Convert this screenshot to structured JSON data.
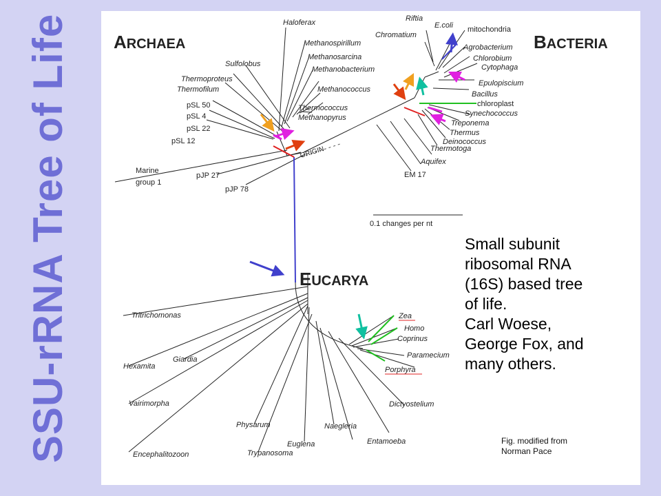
{
  "side_title": "SSU-rRNA Tree of Life",
  "domains": {
    "archaea": {
      "first": "A",
      "rest": "RCHAEA"
    },
    "bacteria": {
      "first": "B",
      "rest": "ACTERIA"
    },
    "eucarya": {
      "first": "E",
      "rest": "UCARYA"
    }
  },
  "archaea_taxa": [
    "Haloferax",
    "Methanospirillum",
    "Methanosarcina",
    "Methanobacterium",
    "Methanococcus",
    "Thermococcus",
    "Methanopyrus",
    "Sulfolobus",
    "Thermoproteus",
    "Thermofilum",
    "pSL 50",
    "pSL 4",
    "pSL 22",
    "pSL 12",
    "Marine",
    "group 1",
    "pJP 27",
    "pJP 78"
  ],
  "bacteria_taxa": [
    "Riftia",
    "Chromatium",
    "E.coli",
    "mitochondria",
    "Agrobacterium",
    "Chlorobium",
    "Cytophaga",
    "Epulopiscium",
    "Bacillus",
    "chloroplast",
    "Synechococcus",
    "Treponema",
    "Thermus",
    "Deinococcus",
    "Thermotoga",
    "Aquifex",
    "EM 17"
  ],
  "eucarya_taxa": [
    "Tritrichomonas",
    "Hexamita",
    "Giardia",
    "Vairimorpha",
    "Encephalitozoon",
    "Physarum",
    "Euglena",
    "Trypanosoma",
    "Naegleria",
    "Entamoeba",
    "Dictyostelium",
    "Zea",
    "Homo",
    "Coprinus",
    "Paramecium",
    "Porphyra"
  ],
  "origin_label": "ORIGIN",
  "scale_label": "0.1 changes per nt",
  "caption_lines": [
    "Small subunit",
    "ribosomal RNA",
    "(16S) based tree",
    "of life.",
    "Carl Woese,",
    "George Fox, and",
    "many others."
  ],
  "credit_lines": [
    "Fig. modified from",
    "Norman Pace"
  ],
  "colors": {
    "background": "#d3d3f3",
    "title": "#6f6fd6",
    "root_branch": "#4040cc",
    "arrow_orange": "#f0a020",
    "arrow_magenta": "#e020e0",
    "arrow_red": "#e04010",
    "arrow_teal": "#10c0a0",
    "arrow_blue": "#4040cc",
    "green_branch": "#20c020",
    "red_branch": "#e02020"
  }
}
